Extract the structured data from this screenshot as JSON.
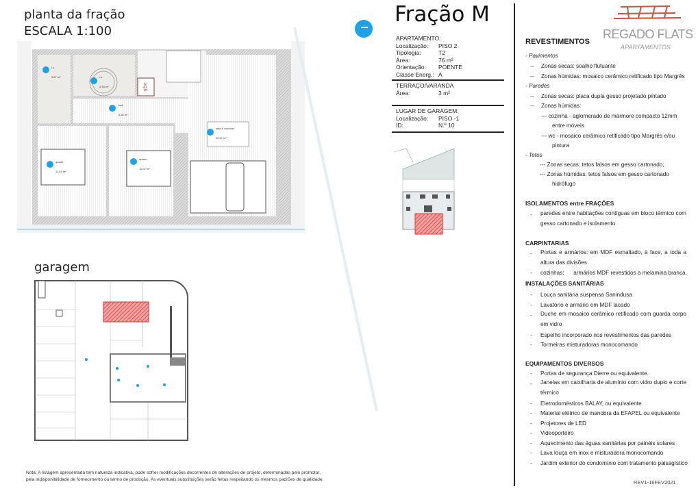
{
  "plan": {
    "title": "planta da fração",
    "scale": "ESCALA 1:100",
    "rooms": [
      {
        "name": "i.s.",
        "area": "3.67 m²"
      },
      {
        "name": "i.s.",
        "area": "4.33 m²"
      },
      {
        "name": "hall",
        "area": "5.28 m²"
      },
      {
        "name": "sala & cozinha",
        "area": "26.57 m²"
      },
      {
        "name": "quarto",
        "area": "11.54 m²"
      },
      {
        "name": "quarto",
        "area": "11.02 m²"
      }
    ],
    "aqs_label": "AQS"
  },
  "garage": {
    "title": "garagem"
  },
  "fraction": {
    "title": "Fração M",
    "apartment": {
      "heading": "APARTAMENTO:",
      "rows": [
        {
          "k": "Localização:",
          "v": "PISO 2"
        },
        {
          "k": "Tipologia:",
          "v": "T2"
        },
        {
          "k": "Área:",
          "v": "76 m²"
        },
        {
          "k": "Orientação:",
          "v": "POENTE"
        },
        {
          "k": "Classe Energ.:",
          "v": "A"
        }
      ]
    },
    "terrace": {
      "heading": "TERRAÇO/VARANDA",
      "rows": [
        {
          "k": "Área:",
          "v": "3 m²"
        }
      ]
    },
    "parking": {
      "heading": "LUGAR DE GARAGEM:",
      "rows": [
        {
          "k": "Localização:",
          "v": "PISO -1"
        },
        {
          "k": "ID:",
          "v": "N.º 10"
        }
      ]
    }
  },
  "logo": {
    "name": "REGADO FLATS",
    "sub": "APARTAMENTOS",
    "color": "#c8553a"
  },
  "specs": {
    "revestimentos": {
      "title": "REVESTIMENTOS",
      "pavimentos": "- Pavimentos",
      "pav_secas": "Zonas secas: soalho flutuante",
      "pav_humidas": "Zonas húmidas: mosaico cerâmico retificado tipo Margrês",
      "paredes": "- Paredes",
      "par_secas": "Zonas secas: placa dupla gesso projetado pintado",
      "par_humidas": "Zonas húmidas:",
      "cozinha_1": "--- cozinha - aglomerado de mármore compacto 12mm",
      "cozinha_2": "entre móveis",
      "wc_1": "--- wc - mosaico cerâmico retificado tipo Margrês e/ou",
      "wc_2": "pintura",
      "tetos": "- Tetos",
      "tet_secas": "--- Zonas secas: tetos falsos em gesso cartonado;",
      "tet_humidas_1": "--- Zonas húmidas: tetos falsos em gesso cartonado",
      "tet_humidas_2": "hidrófugo"
    },
    "isolamentos": {
      "title": "ISOLAMENTOS entre FRAÇÕES",
      "items": [
        "paredes entre habitações contíguas em bloco térmico com gesso cartonado e isolamento"
      ]
    },
    "carpintarias": {
      "title": "CARPINTARIAS",
      "items": [
        "Portas e armários: em MDF esmaltado, à face, a toda a altura das divisões",
        "cozinhas:      armários MDF revestidos a melamina branca."
      ]
    },
    "sanitarias": {
      "title": "INSTALAÇÕES SANITÁRIAS",
      "items": [
        "Louça sanitária suspensa Sanindusa",
        "Lavatório e armário em MDF lacado",
        "Duche em mosaico cerâmico retificado com guarda corpo em vidro",
        "Espelho incorporado nos revestimentos das paredes",
        "Tormeiras misturadoras monocomando"
      ]
    },
    "equipamentos": {
      "title": "EQUIPAMENTOS DIVERSOS",
      "items": [
        "Portas de segurança Dierre ou equivalente.",
        "Janelas em caixilharia de alumínio com vidro duplo e corte térmico",
        "Eletrodomésticos BALAY, ou equivalente",
        "Material elétrico de manobra da EFAPEL ou equivalente",
        "Projetores de LED",
        "Videoporteiro",
        "Aquecimento das águas sanitárias por painéis solares",
        "Lava louça em inox e misturadora monocomando",
        "Jardim exterior do condomínio com tratamento paisagístico"
      ]
    }
  },
  "dash": "-",
  "dash2": "--",
  "revision": "REV1-16FEV2021",
  "note": {
    "line1": "Nota: A listagem apresentada tem natureza indicativa, pode sofrer modificações decorrentes de alterações de projeto, determinadas pelo promotor,",
    "line2": "pela indisponibilidade de fornecimento ou termo de produção. As eventuais substituições serão feitas respeitando os mesmos padrões de qualidade."
  },
  "colors": {
    "marker": "#1aa3e8",
    "highlight": "#e0393b"
  }
}
